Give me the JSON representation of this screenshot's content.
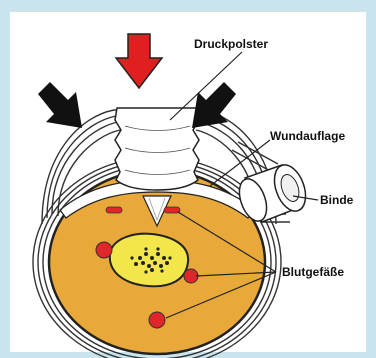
{
  "labels": {
    "pressure_pad": "Druckpolster",
    "wound_dressing": "Wundauflage",
    "bandage": "Binde",
    "blood_vessels": "Blutgefäße"
  },
  "colors": {
    "background": "#c9e4ec",
    "tissue": "#e8a93a",
    "arrow_red": "#e02020",
    "arrow_black": "#111111",
    "vessel": "#e0262b",
    "bone": "#f2e64a"
  },
  "icons": [
    "red-pressure-arrow",
    "black-pressure-arrow",
    "bandage-roll-icon"
  ]
}
